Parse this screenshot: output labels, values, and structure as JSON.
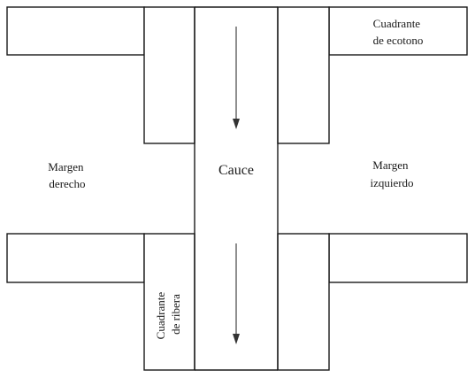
{
  "labels": {
    "ecotone_quadrant": [
      "Cuadrante",
      "de ecotono"
    ],
    "right_margin": [
      "Margen",
      "derecho"
    ],
    "left_margin": [
      "Margen",
      "izquierdo"
    ],
    "channel": "Cauce",
    "riparian_quadrant": [
      "Cuadrante",
      "de ribera"
    ]
  },
  "colors": {
    "line": "#1a1a1a",
    "background": "#ffffff"
  },
  "flow_direction": "down"
}
